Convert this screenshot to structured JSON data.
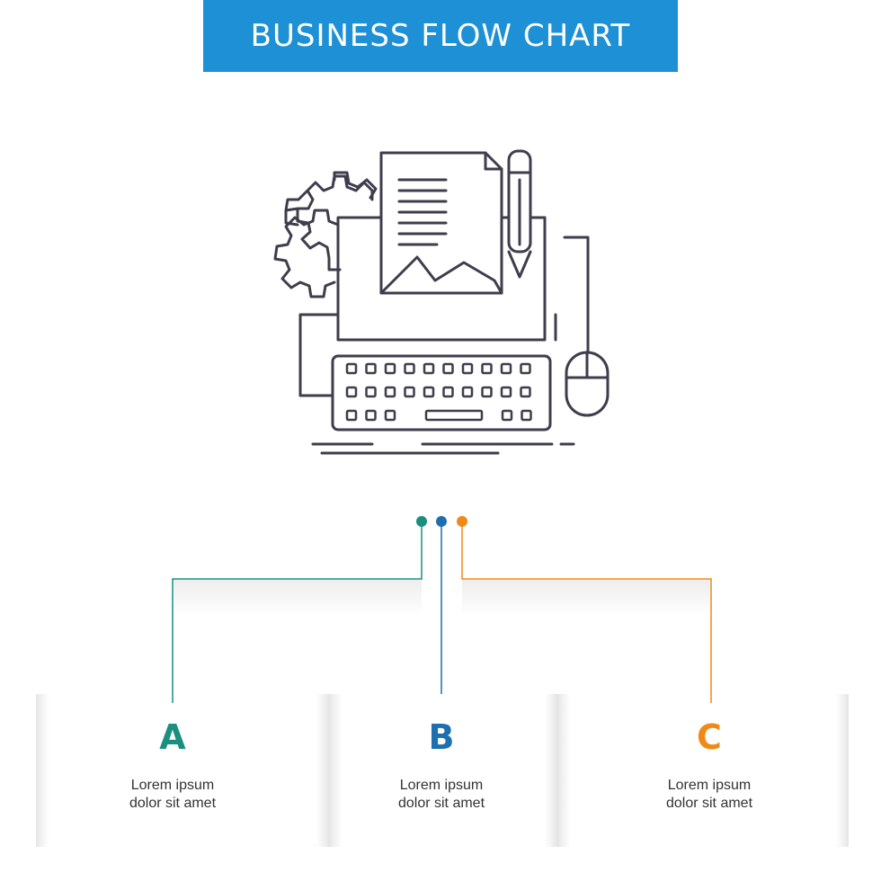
{
  "banner": {
    "title": "BUSINESS FLOW CHART",
    "color": "#1e90d6"
  },
  "illustration": {
    "icon": "typewriter-icon",
    "parts": [
      "gear-icon",
      "document-icon",
      "pencil-icon",
      "keyboard-icon",
      "mouse-icon"
    ],
    "stroke": "#3f3d4c"
  },
  "steps": [
    {
      "letter": "A",
      "line1": "Lorem ipsum",
      "line2": "dolor sit amet",
      "color": "#1a8f80"
    },
    {
      "letter": "B",
      "line1": "Lorem ipsum",
      "line2": "dolor sit amet",
      "color": "#1d6fb0"
    },
    {
      "letter": "C",
      "line1": "Lorem ipsum",
      "line2": "dolor sit amet",
      "color": "#ef8a17"
    }
  ]
}
